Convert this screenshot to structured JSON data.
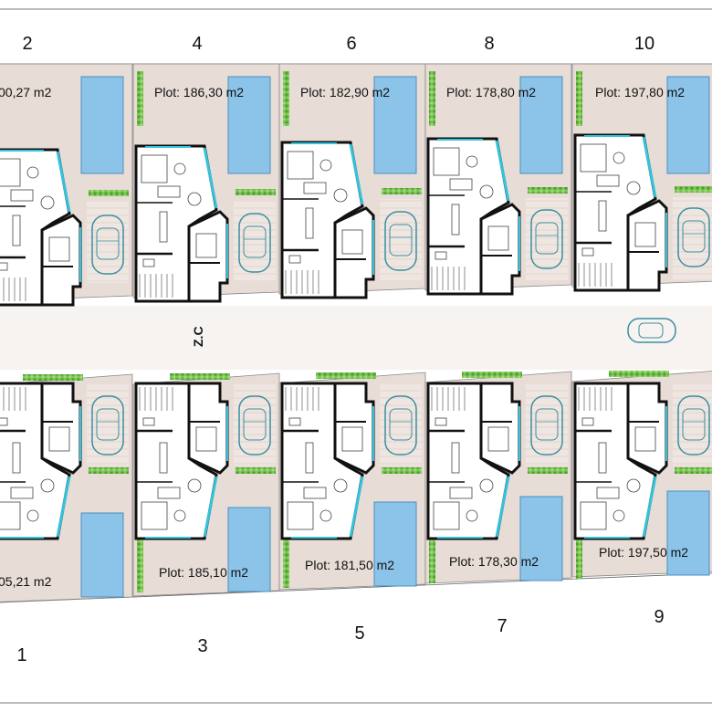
{
  "plots_top": [
    {
      "number": "2",
      "area": "00,27 m2"
    },
    {
      "number": "4",
      "area": "Plot: 186,30 m2"
    },
    {
      "number": "6",
      "area": "Plot: 182,90 m2"
    },
    {
      "number": "8",
      "area": "Plot: 178,80 m2"
    },
    {
      "number": "10",
      "area": "Plot: 197,80 m2"
    }
  ],
  "plots_bottom": [
    {
      "number": "1",
      "area": "05,21 m2"
    },
    {
      "number": "3",
      "area": "Plot: 185,10 m2"
    },
    {
      "number": "5",
      "area": "Plot: 181,50 m2"
    },
    {
      "number": "7",
      "area": "Plot: 178,30 m2"
    },
    {
      "number": "9",
      "area": "Plot: 197,50 m2"
    }
  ],
  "street_label": "Z.C",
  "colors": {
    "plot_fill": "#e8dcd6",
    "pool_fill": "#8cc3e8",
    "glazing": "#33c3dd",
    "hedge": "#6fbf4a",
    "wall": "#111111",
    "car": "#3a8fa0"
  }
}
